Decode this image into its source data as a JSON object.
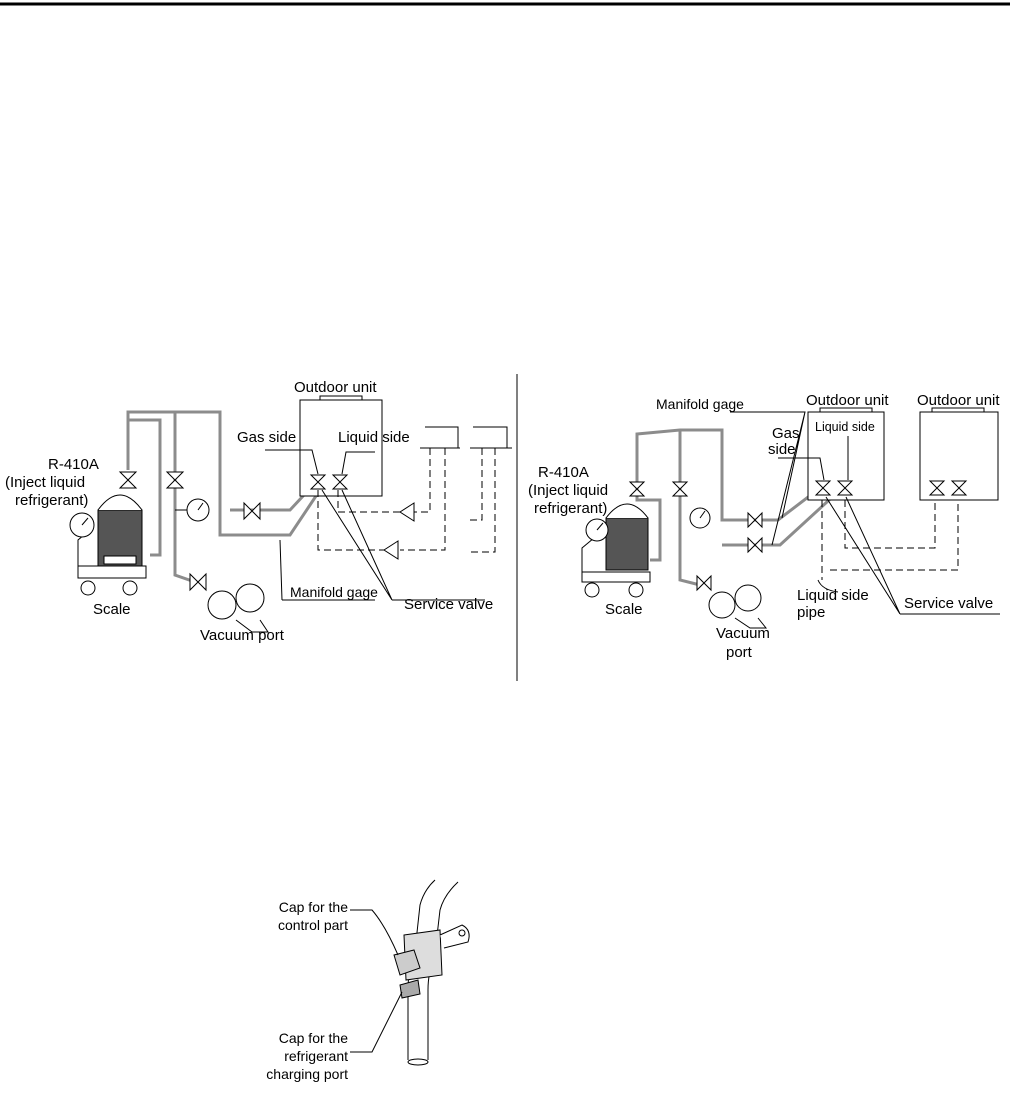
{
  "header": {},
  "diagram_left": {
    "outdoor_unit": "Outdoor unit",
    "gas_side": "Gas side",
    "liquid_side": "Liquid side",
    "refrigerant_line1": "R-410A",
    "refrigerant_line2": "(Inject liquid",
    "refrigerant_line3": "refrigerant)",
    "scale": "Scale",
    "manifold_gage": "Manifold gage",
    "service_valve": "Service valve",
    "vacuum_port": "Vacuum port"
  },
  "diagram_right": {
    "manifold_gage": "Manifold gage",
    "outdoor_unit_1": "Outdoor unit",
    "outdoor_unit_2": "Outdoor unit",
    "gas_line1": "Gas",
    "gas_line2": "side",
    "liquid_side": "Liquid side",
    "refrigerant_line1": "R-410A",
    "refrigerant_line2": "(Inject liquid",
    "refrigerant_line3": "refrigerant)",
    "scale": "Scale",
    "vacuum_line1": "Vacuum",
    "vacuum_line2": "port",
    "liquid_pipe_line1": "Liquid side",
    "liquid_pipe_line2": "pipe",
    "service_valve": "Service valve"
  },
  "valve_figure": {
    "cap_control_line1": "Cap for the",
    "cap_control_line2": "control part",
    "cap_charging_line1": "Cap for the",
    "cap_charging_line2": "refrigerant",
    "cap_charging_line3": "charging port"
  }
}
